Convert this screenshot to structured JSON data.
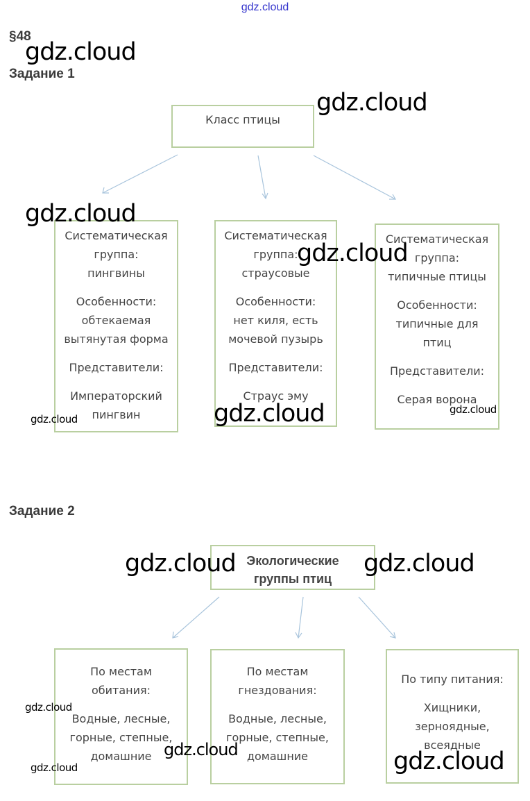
{
  "site_link": "gdz.cloud",
  "section": "§48",
  "task1": {
    "title": "Задание 1",
    "root": "Класс птицы",
    "boxes": [
      {
        "group": [
          "Систематическая",
          "группа:",
          "пингвины"
        ],
        "features": [
          "Особенности:",
          "обтекаемая",
          "вытянутая форма"
        ],
        "reps_label": "Представители:",
        "reps": [
          "Императорский",
          "пингвин"
        ]
      },
      {
        "group": [
          "Систематическая",
          "группа:",
          "страусовые"
        ],
        "features": [
          "Особенности:",
          "нет киля, есть",
          "мочевой пузырь"
        ],
        "reps_label": "Представители:",
        "reps": [
          "Страус эму"
        ]
      },
      {
        "group": [
          "Систематическая",
          "группа:",
          "типичные птицы"
        ],
        "features": [
          "Особенности:",
          "типичные для",
          "птиц"
        ],
        "reps_label": "Представители:",
        "reps": [
          "Серая ворона"
        ]
      }
    ]
  },
  "task2": {
    "title": "Задание 2",
    "root": [
      "Экологические",
      "группы птиц"
    ],
    "boxes": [
      {
        "heading": [
          "По местам",
          "обитания:"
        ],
        "items": [
          "Водные, лесные,",
          "горные, степные,",
          "домашние"
        ]
      },
      {
        "heading": [
          "По местам",
          "гнездования:"
        ],
        "items": [
          "Водные, лесные,",
          "горные, степные,",
          "домашние"
        ]
      },
      {
        "heading": [
          "По типу питания:"
        ],
        "items": [
          "Хищники,",
          "зерноядные,",
          "всеядные"
        ]
      }
    ]
  },
  "watermark": "gdz.cloud",
  "colors": {
    "box_border": "#b9cfa0",
    "arrow": "#a8c4dc",
    "link": "#3333cc"
  }
}
